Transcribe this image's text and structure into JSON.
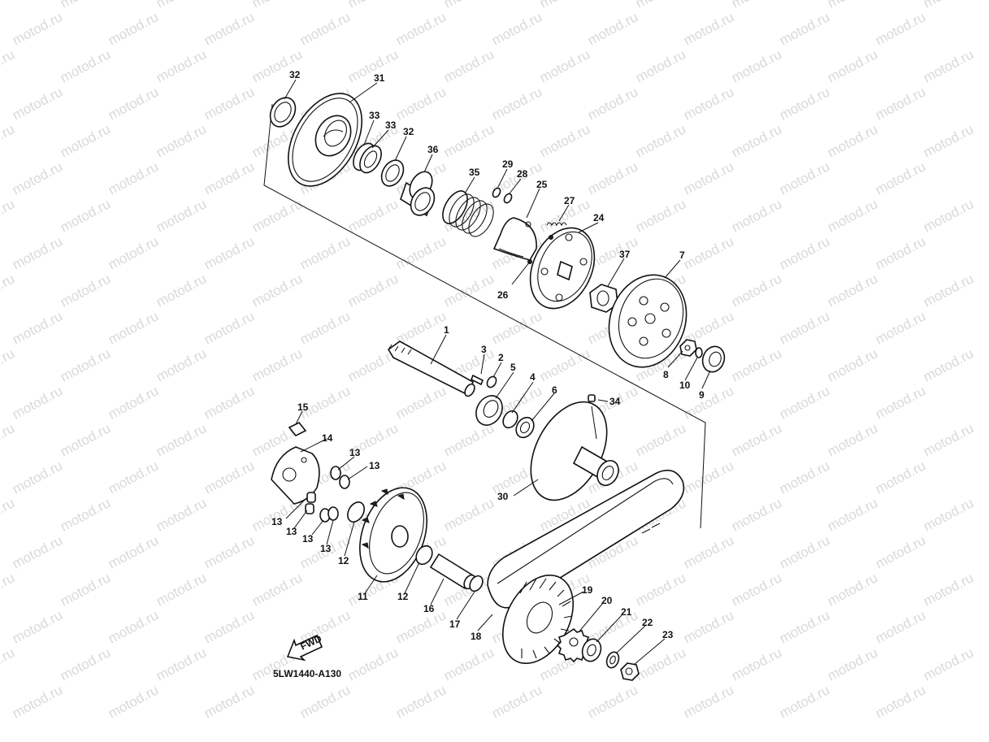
{
  "diagram": {
    "diagram_code": "5LW1440-A130",
    "fwd_label": "FWD",
    "watermark_text": "motod.ru",
    "callouts": [
      {
        "id": "c32a",
        "label": "32"
      },
      {
        "id": "c31",
        "label": "31"
      },
      {
        "id": "c33a",
        "label": "33"
      },
      {
        "id": "c33b",
        "label": "33"
      },
      {
        "id": "c32b",
        "label": "32"
      },
      {
        "id": "c36",
        "label": "36"
      },
      {
        "id": "c35",
        "label": "35"
      },
      {
        "id": "c29",
        "label": "29"
      },
      {
        "id": "c28",
        "label": "28"
      },
      {
        "id": "c25",
        "label": "25"
      },
      {
        "id": "c27",
        "label": "27"
      },
      {
        "id": "c24",
        "label": "24"
      },
      {
        "id": "c26",
        "label": "26"
      },
      {
        "id": "c37",
        "label": "37"
      },
      {
        "id": "c7",
        "label": "7"
      },
      {
        "id": "c1",
        "label": "1"
      },
      {
        "id": "c3",
        "label": "3"
      },
      {
        "id": "c2",
        "label": "2"
      },
      {
        "id": "c5",
        "label": "5"
      },
      {
        "id": "c4",
        "label": "4"
      },
      {
        "id": "c6",
        "label": "6"
      },
      {
        "id": "c8",
        "label": "8"
      },
      {
        "id": "c10",
        "label": "10"
      },
      {
        "id": "c9",
        "label": "9"
      },
      {
        "id": "c34",
        "label": "34"
      },
      {
        "id": "c15",
        "label": "15"
      },
      {
        "id": "c14",
        "label": "14"
      },
      {
        "id": "c13a",
        "label": "13"
      },
      {
        "id": "c13b",
        "label": "13"
      },
      {
        "id": "c13c",
        "label": "13"
      },
      {
        "id": "c13d",
        "label": "13"
      },
      {
        "id": "c13e",
        "label": "13"
      },
      {
        "id": "c13f",
        "label": "13"
      },
      {
        "id": "c30",
        "label": "30"
      },
      {
        "id": "c12a",
        "label": "12"
      },
      {
        "id": "c11",
        "label": "11"
      },
      {
        "id": "c12b",
        "label": "12"
      },
      {
        "id": "c16",
        "label": "16"
      },
      {
        "id": "c17",
        "label": "17"
      },
      {
        "id": "c18",
        "label": "18"
      },
      {
        "id": "c19",
        "label": "19"
      },
      {
        "id": "c20",
        "label": "20"
      },
      {
        "id": "c21",
        "label": "21"
      },
      {
        "id": "c22",
        "label": "22"
      },
      {
        "id": "c23",
        "label": "23"
      }
    ]
  }
}
